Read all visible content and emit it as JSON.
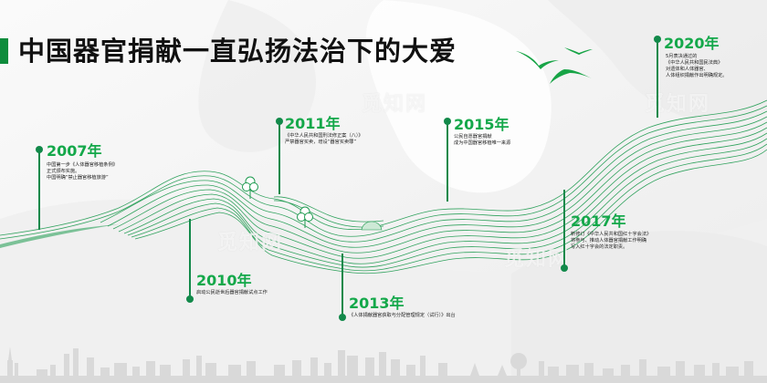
{
  "title": "中国器官捐献一直弘扬法治下的大爱",
  "colors": {
    "accent": "#0f8c3c",
    "year_green": "#14a84a",
    "wave_green": "#1c9a4e",
    "background": "#f3f3f3",
    "city_gray": "#d8d8d8"
  },
  "timeline": [
    {
      "year": "2007年",
      "lines": [
        "中国第一步《人体器官移植条例》",
        "正式颁布实施。",
        "中国明确“禁止器官移植旅游”"
      ]
    },
    {
      "year": "2010年",
      "lines": [
        "启动公民逝世后器官捐献试点工作"
      ]
    },
    {
      "year": "2011年",
      "lines": [
        "《中华人民共和国刑法修正案（八）》",
        "严禁器官买卖，增设“器官买卖罪”"
      ]
    },
    {
      "year": "2013年",
      "lines": [
        "《人体捐献器官获取与分配管理规定（试行）》出台"
      ]
    },
    {
      "year": "2015年",
      "lines": [
        "公民自愿器官捐献",
        "成为中国器官移植唯一来源"
      ]
    },
    {
      "year": "2017年",
      "lines": [
        "新修订《中华人民共和国红十字会法》",
        "将参与、推动人体器官捐献工作明确",
        "写入红十字会的法定职责。"
      ]
    },
    {
      "year": "2020年",
      "lines": [
        "5月表决通过的",
        "《中华人民共和国民法典》",
        "对遗体和人体器官、",
        "人体组织捐献作出明确规定。"
      ]
    }
  ],
  "watermark": "觅知网",
  "decorations": {
    "birds": "flying-birds-icon",
    "trees": "tree-icon",
    "city": "city-skyline"
  }
}
